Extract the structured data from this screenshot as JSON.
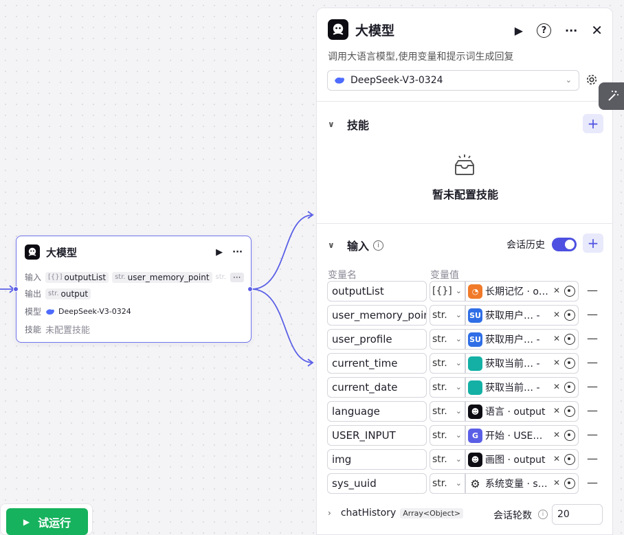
{
  "node": {
    "title": "大模型",
    "input_label": "输入",
    "output_label": "输出",
    "model_label": "模型",
    "skill_label": "技能",
    "inputs": [
      {
        "type": "[{}]",
        "name": "outputList"
      },
      {
        "type": "str.",
        "name": "user_memory_point"
      }
    ],
    "input_more_hint": "str.",
    "more": "···",
    "output": {
      "type": "str.",
      "name": "output"
    },
    "model": "DeepSeek-V3-0324",
    "skill_value": "未配置技能"
  },
  "panel": {
    "title": "大模型",
    "description": "调用大语言模型,使用变量和提示词生成回复",
    "model": "DeepSeek-V3-0324",
    "skills": {
      "title": "技能",
      "empty_text": "暂未配置技能"
    },
    "inputs": {
      "title": "输入",
      "history_label": "会话历史",
      "history_enabled": true,
      "col_name": "变量名",
      "col_value": "变量值",
      "rows": [
        {
          "name": "outputList",
          "type": "[{}]",
          "icon": "memory-icon",
          "icon_color": "#f07a2a",
          "source": "长期记忆 · o…"
        },
        {
          "name": "user_memory_point",
          "type": "str.",
          "icon": "plugin-icon",
          "icon_color": "#2f6ee6",
          "source": "获取用户…  -"
        },
        {
          "name": "user_profile",
          "type": "str.",
          "icon": "plugin-icon",
          "icon_color": "#2f6ee6",
          "source": "获取用户…  -"
        },
        {
          "name": "current_time",
          "type": "str.",
          "icon": "code-icon",
          "icon_color": "#14b0a5",
          "source": "获取当前…  -"
        },
        {
          "name": "current_date",
          "type": "str.",
          "icon": "code-icon",
          "icon_color": "#14b0a5",
          "source": "获取当前…  -"
        },
        {
          "name": "language",
          "type": "str.",
          "icon": "llm-icon",
          "icon_color": "#0c0c12",
          "source": "语言 · output"
        },
        {
          "name": "USER_INPUT",
          "type": "str.",
          "icon": "start-icon",
          "icon_color": "#5b5fe6",
          "source": "开始 · USE…"
        },
        {
          "name": "img",
          "type": "str.",
          "icon": "llm-icon",
          "icon_color": "#0c0c12",
          "source": "画图 · output"
        },
        {
          "name": "sys_uuid",
          "type": "str.",
          "icon": "gear-icon",
          "icon_color": "#ffffff",
          "source": "系统变量 · s…"
        }
      ]
    },
    "chat_history": {
      "name": "chatHistory",
      "type": "Array<Object>",
      "rounds_label": "会话轮数",
      "rounds_value": "20"
    }
  },
  "run_button": "试运行"
}
